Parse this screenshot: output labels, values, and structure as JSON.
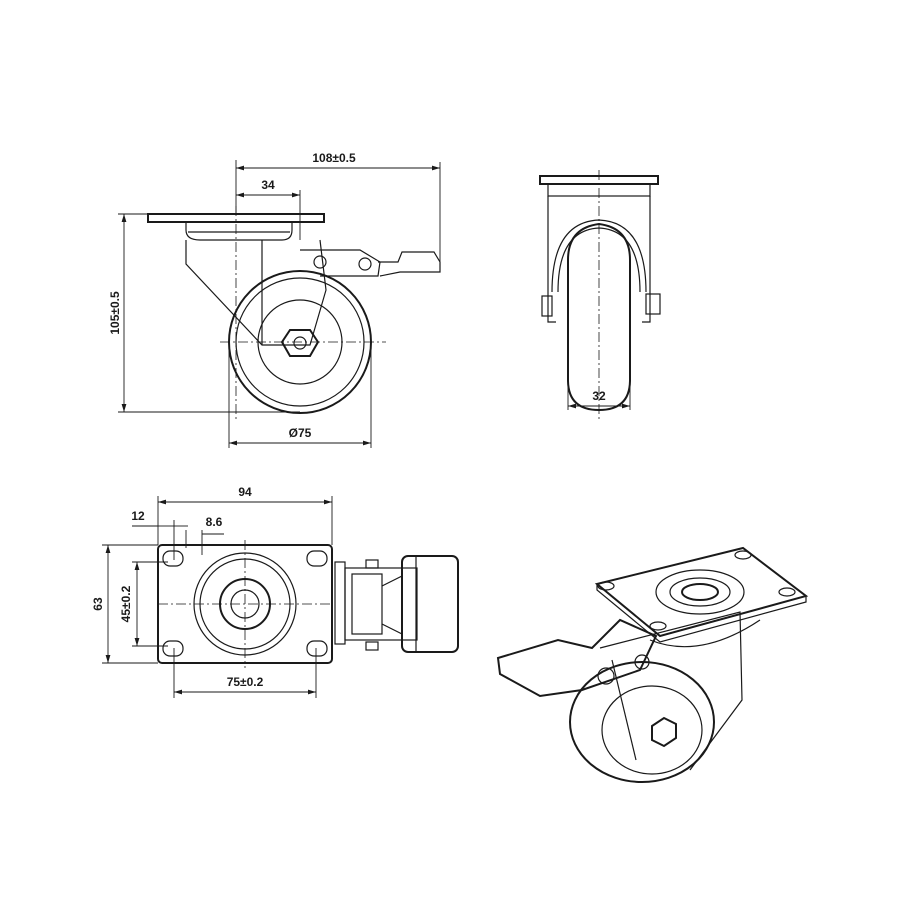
{
  "dimensions": {
    "side": {
      "overall_width": "108±0.5",
      "offset": "34",
      "height": "105±0.5",
      "wheel_diameter": "Ø75"
    },
    "front": {
      "wheel_width": "32"
    },
    "top": {
      "plate_length": "94",
      "hole_offset": "12",
      "hole_diameter": "8.6",
      "plate_width": "63",
      "hole_spacing_y": "45±0.2",
      "hole_spacing_x": "75±0.2"
    }
  }
}
